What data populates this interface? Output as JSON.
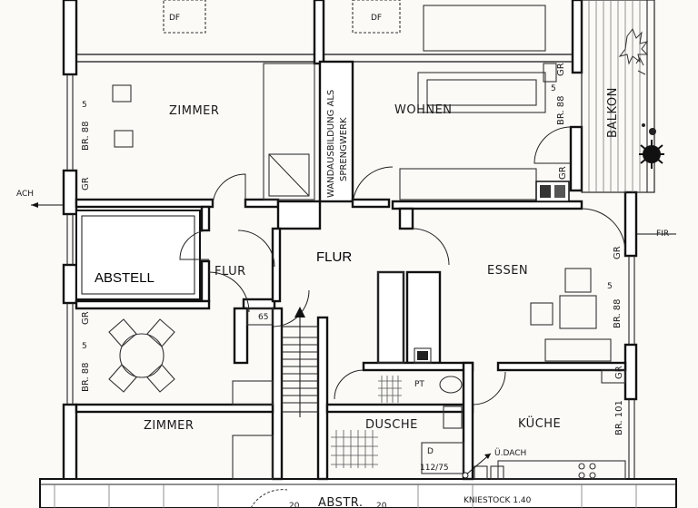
{
  "rooms": {
    "zimmer_top": "ZIMMER",
    "wohnen": "WOHNEN",
    "balkon": "BALKON",
    "abstell": "ABSTELL",
    "flur_small": "FLUR",
    "flur_main": "FLUR",
    "essen": "ESSEN",
    "zimmer_bottom": "ZIMMER",
    "dusche": "DUSCHE",
    "kueche": "KÜCHE"
  },
  "annotations": {
    "df_left": "DF",
    "df_right": "DF",
    "wandausbildung_1": "WANDAUSBILDUNG ALS",
    "wandausbildung_2": "SPRENGWERK",
    "br_885_top_left": "BR. 88",
    "br_885_top_left_sup": "5",
    "gr_top_left": "GR",
    "gr_mid_left": "GR",
    "br_885_wohnen": "BR. 88",
    "br_885_wohnen_sup": "5",
    "gr_wohnen": "GR",
    "gr_balkon": "GR",
    "ach": "ACH",
    "fir": "FIR",
    "gr_essen": "GR",
    "br_885_essen": "BR. 88",
    "br_885_essen_sup": "5",
    "gr_left_bottom": "GR",
    "br_885_bottom_left": "BR. 88",
    "br_885_bottom_left_sup": "5",
    "gr_kueche": "GR",
    "br_101_kueche": "BR. 101",
    "pt": "PT",
    "dim_65": "65",
    "dusche_dim_1": "D",
    "dusche_dim_2": "112/75",
    "u_dach": "Ü.DACH",
    "kniestock": "KNIESTOCK 1.40",
    "abstr": "ABSTR.",
    "dim_20_left": "20",
    "dim_20_right": "20"
  }
}
